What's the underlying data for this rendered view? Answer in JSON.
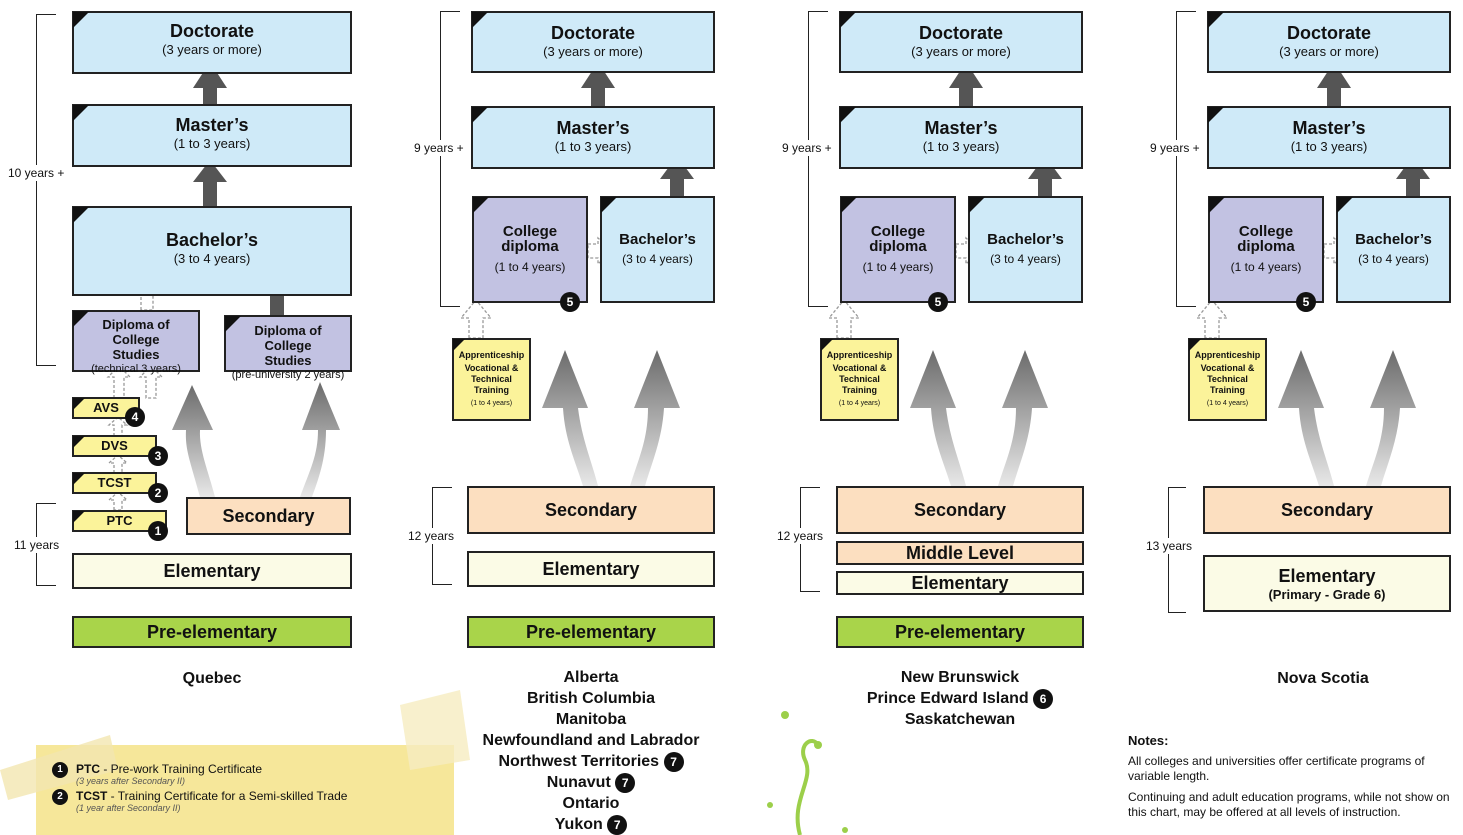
{
  "levels": {
    "doctorate": "Doctorate",
    "doctorate_sub": "(3 years or more)",
    "masters": "Master’s",
    "masters_sub": "(1 to 3 years)",
    "bachelors": "Bachelor’s",
    "bachelors_sub": "(3 to 4 years)",
    "college": "College\ndiploma",
    "college_sub": "(1 to 4 years)",
    "secondary": "Secondary",
    "elementary": "Elementary",
    "middle": "Middle Level",
    "pre_elementary": "Pre-elementary",
    "elementary_ns": "Elementary",
    "elementary_ns_sub": "(Primary - Grade 6)"
  },
  "quebec": {
    "dcs_tech_title": "Diploma of College Studies",
    "dcs_tech_sub": "(technical 3 years)",
    "dcs_pre_title": "Diploma of College Studies",
    "dcs_pre_sub": "(pre-university 2 years)",
    "avs": "AVS",
    "dvs": "DVS",
    "tcst": "TCST",
    "ptc": "PTC",
    "bracket_top": "10 years +",
    "bracket_bottom": "11 years",
    "name": "Quebec"
  },
  "apprenticeship": {
    "title": "Apprenticeship",
    "body": "Vocational & Technical Training",
    "sub": "(1 to 4 years)"
  },
  "columns": {
    "west_bracket_top": "9 years +",
    "west_bracket_bottom": "12 years",
    "nb_bracket_top": "9 years +",
    "nb_bracket_bottom": "12 years",
    "ns_bracket_top": "9 years +",
    "ns_bracket_bottom": "13 years",
    "west_provinces": [
      "Alberta",
      "British Columbia",
      "Manitoba",
      "Newfoundland and Labrador",
      "Northwest Territories",
      "Nunavut",
      "Ontario",
      "Yukon"
    ],
    "nb_provinces": [
      "New Brunswick",
      "Prince Edward Island",
      "Saskatchewan"
    ],
    "ns_provinces": [
      "Nova Scotia"
    ]
  },
  "badges": [
    "1",
    "2",
    "3",
    "4",
    "5",
    "6",
    "7"
  ],
  "legend": [
    {
      "num": "1",
      "abbr": "PTC",
      "text": " - Pre-work Training Certificate",
      "sub": "(3 years after Secondary II)"
    },
    {
      "num": "2",
      "abbr": "TCST",
      "text": " - Training Certificate for a Semi-skilled Trade",
      "sub": "(1 year after Secondary II)"
    }
  ],
  "notes": {
    "heading": "Notes:",
    "p1": "All colleges and universities offer certificate programs of variable length.",
    "p2": "Continuing and adult education programs, while not show on this chart, may be offered at all levels of instruction."
  },
  "colors": {
    "blue": "#cfeaf8",
    "purple": "#c2c2e2",
    "peach": "#fcdfc0",
    "green": "#a9d44a",
    "yellow": "#fbf39a",
    "note": "#f6e79a"
  }
}
